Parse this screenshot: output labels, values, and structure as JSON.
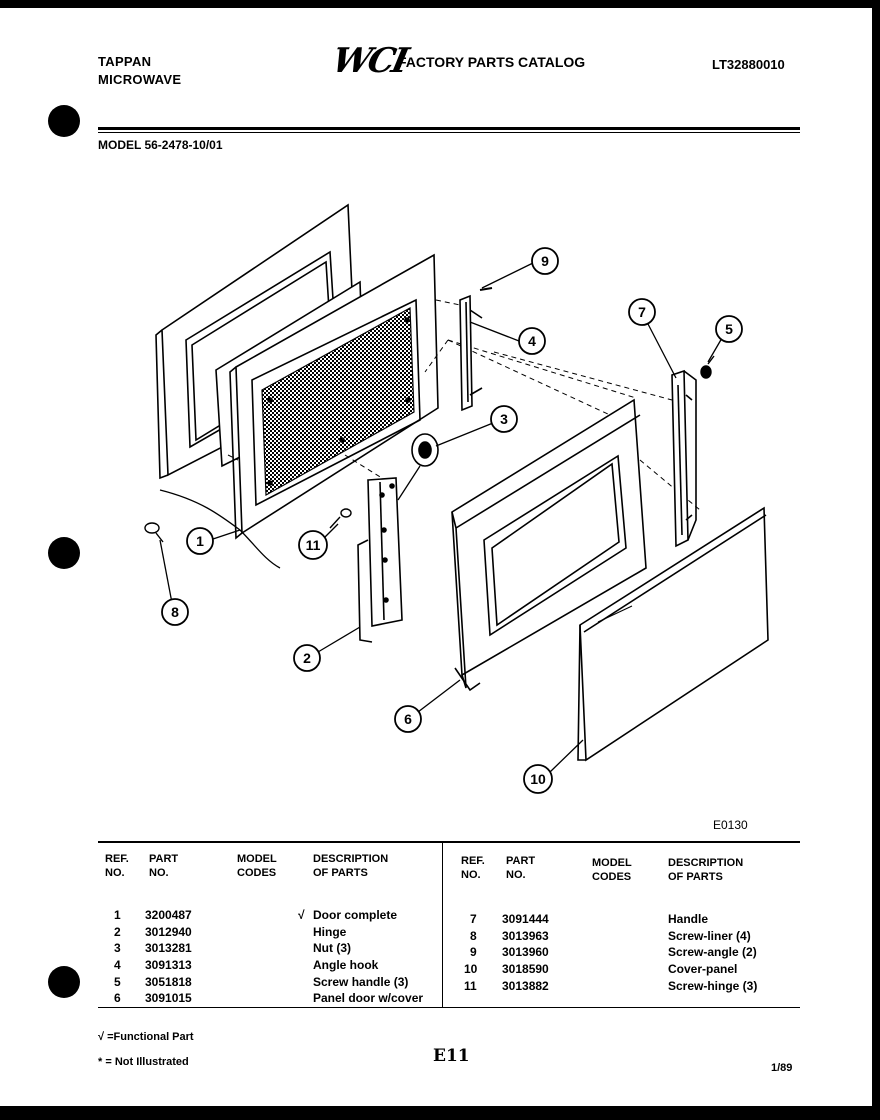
{
  "header": {
    "brand_line1": "TAPPAN",
    "brand_line2": "MICROWAVE",
    "logo": "WCI",
    "catalog_title": "FACTORY PARTS CATALOG",
    "catalog_number": "LT32880010",
    "model": "MODEL 56-2478-10/01"
  },
  "diagram": {
    "figure_code": "E0130",
    "callouts": [
      "1",
      "2",
      "3",
      "4",
      "5",
      "6",
      "7",
      "8",
      "9",
      "10",
      "11"
    ]
  },
  "table": {
    "headers": {
      "ref_no": "REF.\nNO.",
      "part_no": "PART\nNO.",
      "model_codes": "MODEL\nCODES",
      "description": "DESCRIPTION\nOF PARTS"
    },
    "left_rows": [
      {
        "ref": "1",
        "part": "3200487",
        "flag": "√",
        "desc": "Door complete"
      },
      {
        "ref": "2",
        "part": "3012940",
        "flag": "",
        "desc": "Hinge"
      },
      {
        "ref": "3",
        "part": "3013281",
        "flag": "",
        "desc": "Nut (3)"
      },
      {
        "ref": "4",
        "part": "3091313",
        "flag": "",
        "desc": "Angle hook"
      },
      {
        "ref": "5",
        "part": "3051818",
        "flag": "",
        "desc": "Screw handle (3)"
      },
      {
        "ref": "6",
        "part": "3091015",
        "flag": "",
        "desc": "Panel door  w/cover"
      }
    ],
    "right_rows": [
      {
        "ref": "7",
        "part": "3091444",
        "flag": "",
        "desc": "Handle"
      },
      {
        "ref": "8",
        "part": "3013963",
        "flag": "",
        "desc": "Screw-liner (4)"
      },
      {
        "ref": "9",
        "part": "3013960",
        "flag": "",
        "desc": "Screw-angle (2)"
      },
      {
        "ref": "10",
        "part": "3018590",
        "flag": "",
        "desc": "Cover-panel"
      },
      {
        "ref": "11",
        "part": "3013882",
        "flag": "",
        "desc": "Screw-hinge (3)"
      }
    ]
  },
  "footer": {
    "functional_note": "√ =Functional Part",
    "not_illustrated_note": "* = Not Illustrated",
    "page": "E11",
    "date": "1/89"
  }
}
